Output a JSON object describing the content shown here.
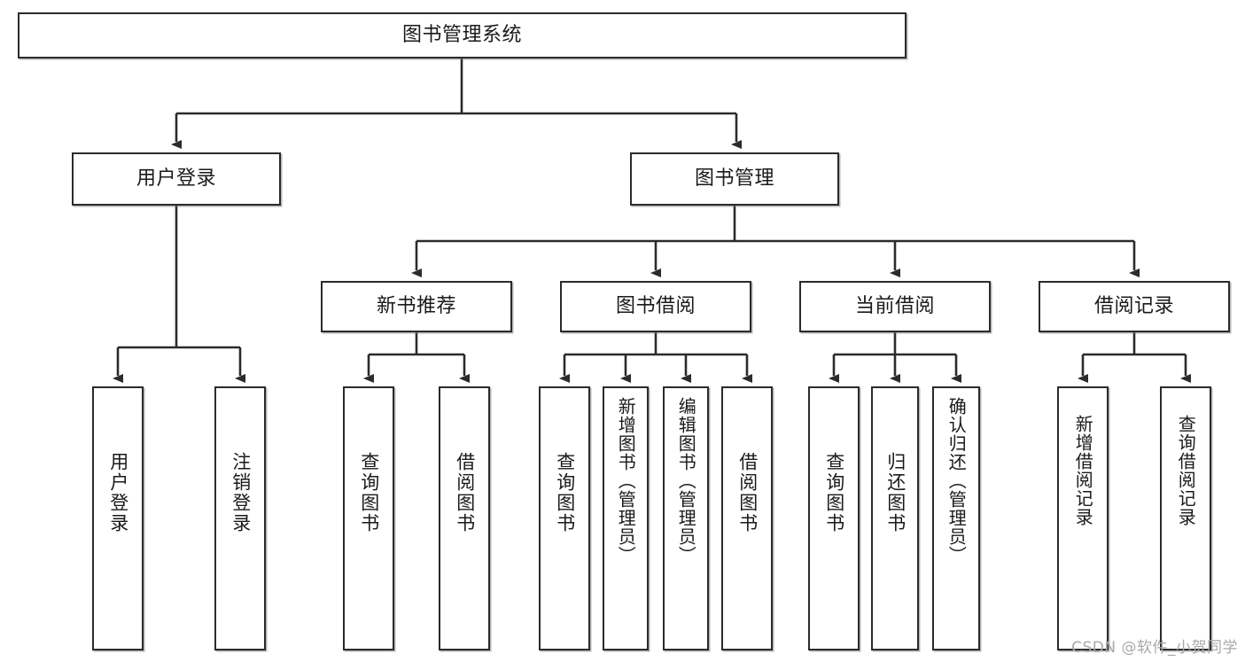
{
  "diagram": {
    "type": "tree",
    "title": "图书管理系统",
    "watermark": "CSDN @软件_小贺同学",
    "colors": {
      "box_border": "#2b2b2b",
      "box_fill": "#ffffff",
      "line": "#333333",
      "text": "#1a1a1a",
      "watermark": "#a9a9a9"
    },
    "root": {
      "label": "图书管理系统"
    },
    "level2": [
      {
        "label": "用户登录"
      },
      {
        "label": "图书管理"
      }
    ],
    "level3": [
      {
        "label": "新书推荐"
      },
      {
        "label": "图书借阅"
      },
      {
        "label": "当前借阅"
      },
      {
        "label": "借阅记录"
      }
    ],
    "leaves": {
      "user_login": [
        {
          "label": "用户登录"
        },
        {
          "label": "注销登录"
        }
      ],
      "new_book": [
        {
          "label": "查询图书"
        },
        {
          "label": "借阅图书"
        }
      ],
      "book_borrow": [
        {
          "label": "查询图书"
        },
        {
          "label": "新增图书（管理员）"
        },
        {
          "label": "编辑图书（管理员）"
        },
        {
          "label": "借阅图书"
        }
      ],
      "current_borrow": [
        {
          "label": "查询图书"
        },
        {
          "label": "归还图书"
        },
        {
          "label": "确认归还（管理员）"
        }
      ],
      "borrow_record": [
        {
          "label": "新增借阅记录"
        },
        {
          "label": "查询借阅记录"
        }
      ]
    }
  }
}
